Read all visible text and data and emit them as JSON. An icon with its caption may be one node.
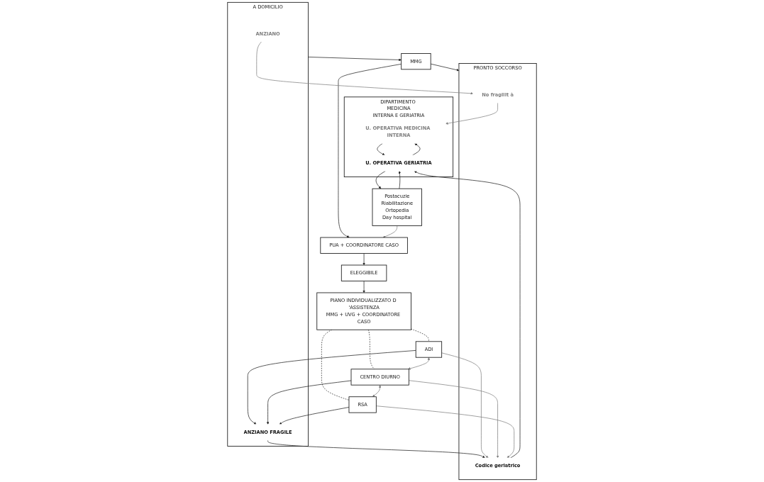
{
  "diagram": {
    "nodes": [
      {
        "text": [
          "A DOMICILIO"
        ]
      },
      {
        "text": [
          "ANZIANO"
        ],
        "in": 0
      },
      {
        "text": [
          "ANZIANO FRAGILE"
        ],
        "in": 0
      },
      {
        "text": [
          "MMG"
        ]
      },
      {
        "text": [
          "PUA + COORDINATORE CASO"
        ]
      },
      {
        "text": [
          "PRONTO SOCCORSO"
        ]
      },
      {
        "text": [
          "No fragilit à"
        ],
        "in": 5
      },
      {
        "text": [
          "Codice geriatrico"
        ],
        "in": 5
      },
      {
        "text": [
          "DIPARTIMENTO MEDICINA INTERNA E GERIATRIA"
        ]
      },
      {
        "text": [
          "U. OPERATIVA MEDICINA INTERNA"
        ],
        "in": 8
      },
      {
        "text": [
          "U. OPERATIVA GERIATRIA"
        ],
        "in": 8
      },
      {
        "text": [
          "Postacuzie",
          "Riabilitazione",
          "Ortopedia",
          "Day hospital"
        ]
      },
      {
        "text": [
          "ELEGGIBILE"
        ]
      },
      {
        "text": [
          "PIANO INDIVIDUALIZZATO D 'ASSISTENZA",
          "MMG + UVG + COORDINATORE CASO"
        ]
      },
      {
        "text": [
          "ADI"
        ]
      },
      {
        "text": [
          "CENTRO DIURNO"
        ]
      },
      {
        "text": [
          "RSA"
        ]
      }
    ],
    "edges": [
      {
        "from": 0,
        "to": 3,
        "arrow": "to"
      },
      {
        "from": 3,
        "to": 4,
        "arrow": "to"
      },
      {
        "from": 3,
        "to": 5,
        "arrow": "to"
      },
      {
        "from": 1,
        "to": 6,
        "arrow": "to",
        "color": "#808080"
      },
      {
        "from": 6,
        "to": 9,
        "arrow": "to",
        "color": "#808080"
      },
      {
        "from": 2,
        "to": 7,
        "arrow": "to"
      },
      {
        "from": 7,
        "to": 10,
        "arrow": "to"
      },
      {
        "from": 9,
        "to": 10,
        "arrow": "to"
      },
      {
        "from": 10,
        "to": 9,
        "arrow": "to"
      },
      {
        "from": 10,
        "to": 11,
        "arrow": "to"
      },
      {
        "from": 11,
        "to": 10,
        "arrow": "to"
      },
      {
        "from": 11,
        "to": 4,
        "arrow": "to",
        "color": "#808080"
      },
      {
        "from": 4,
        "to": 12,
        "arrow": "to"
      },
      {
        "from": 12,
        "to": 13,
        "arrow": "to"
      },
      {
        "from": 13,
        "to": 14,
        "arrow": "none",
        "style": "dashed"
      },
      {
        "from": 13,
        "to": 15,
        "arrow": "none",
        "style": "dashed"
      },
      {
        "from": 13,
        "to": 16,
        "arrow": "none",
        "style": "dashed"
      },
      {
        "from": 14,
        "to": 15,
        "arrow": "both",
        "color": "#808080"
      },
      {
        "from": 15,
        "to": 16,
        "arrow": "both",
        "color": "#808080"
      },
      {
        "from": 14,
        "to": 2,
        "arrow": "to"
      },
      {
        "from": 15,
        "to": 2,
        "arrow": "to"
      },
      {
        "from": 16,
        "to": 2,
        "arrow": "to"
      },
      {
        "from": 14,
        "to": 7,
        "arrow": "to",
        "color": "#808080"
      },
      {
        "from": 15,
        "to": 7,
        "arrow": "to",
        "color": "#808080"
      },
      {
        "from": 16,
        "to": 7,
        "arrow": "to",
        "color": "#808080"
      }
    ]
  }
}
